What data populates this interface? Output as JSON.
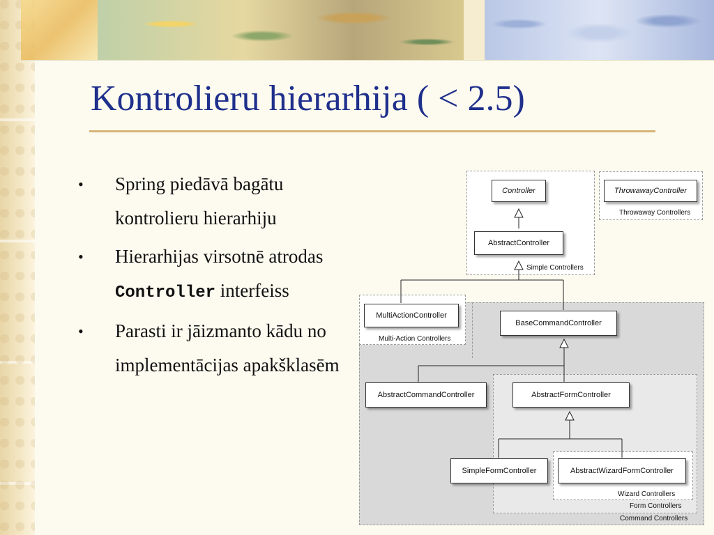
{
  "slide": {
    "title": "Kontrolieru hierarhija ( < 2.5)",
    "bullets": [
      {
        "text": "Spring piedāvā bagātu kontrolieru hierarhiju"
      },
      {
        "before": "Hierarhijas virsotnē atrodas ",
        "code": "Controller",
        "after": " interfeiss"
      },
      {
        "text": "Parasti ir jāizmanto kādu no implementācijas apakšklasēm"
      }
    ],
    "bullet_glyph": "•",
    "colors": {
      "title": "#1f2f8c",
      "rule": "#d7b377",
      "group_fill": "#d9d9d9"
    }
  },
  "diagram": {
    "classes": {
      "controller": "Controller",
      "throwaway_controller": "ThrowawayController",
      "abstract_controller": "AbstractController",
      "multi_action_controller": "MultiActionController",
      "base_command_controller": "BaseCommandController",
      "abstract_command_controller": "AbstractCommandController",
      "abstract_form_controller": "AbstractFormController",
      "simple_form_controller": "SimpleFormController",
      "abstract_wizard_form_controller": "AbstractWizardFormController"
    },
    "groups": {
      "simple": "Simple Controllers",
      "throwaway": "Throwaway Controllers",
      "multi_action": "Multi-Action Controllers",
      "wizard": "Wizard Controllers",
      "form": "Form Controllers",
      "command": "Command Controllers"
    }
  }
}
